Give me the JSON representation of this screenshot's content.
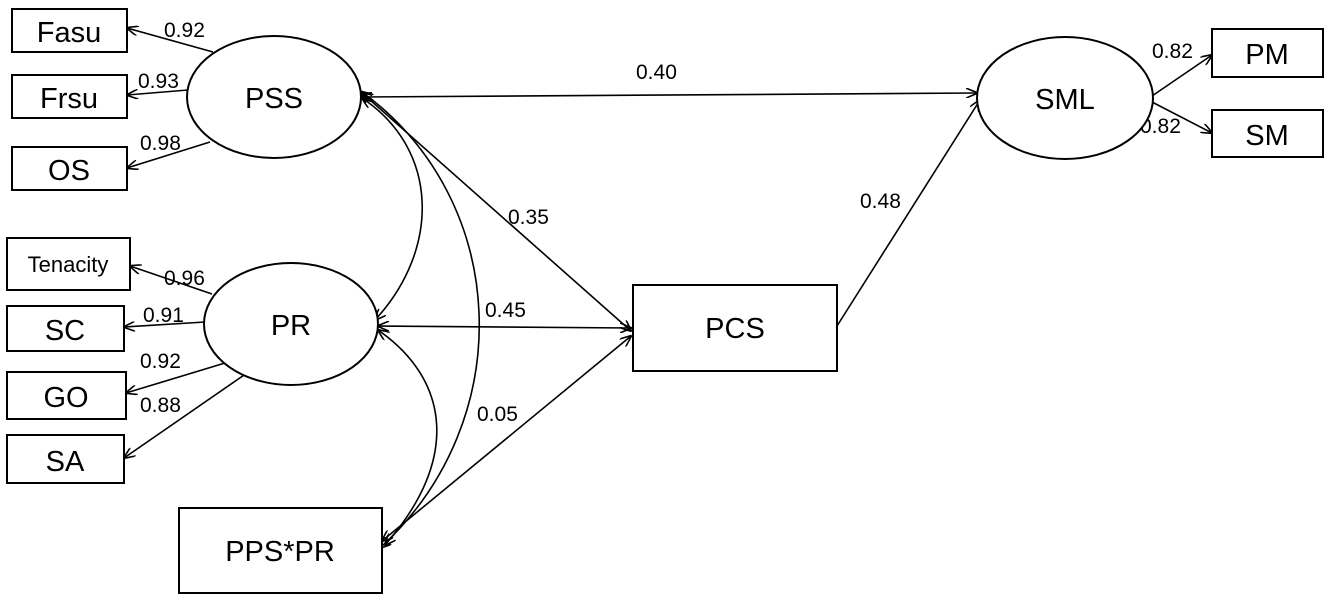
{
  "nodes": {
    "fasu": "Fasu",
    "frsu": "Frsu",
    "os": "OS",
    "tenacity": "Tenacity",
    "sc": "SC",
    "go": "GO",
    "sa": "SA",
    "pm": "PM",
    "sm": "SM",
    "pss": "PSS",
    "pr": "PR",
    "sml": "SML",
    "pcs": "PCS",
    "pps_pr": "PPS*PR"
  },
  "paths": {
    "pss_fasu": "0.92",
    "pss_frsu": "0.93",
    "pss_os": "0.98",
    "pr_tenacity": "0.96",
    "pr_sc": "0.91",
    "pr_go": "0.92",
    "pr_sa": "0.88",
    "sml_pm": "0.82",
    "sml_sm": "0.82",
    "pss_sml": "0.40",
    "pss_pcs": "0.35",
    "pr_pcs": "0.45",
    "ppspr_pcs": "0.05",
    "pcs_sml": "0.48"
  }
}
